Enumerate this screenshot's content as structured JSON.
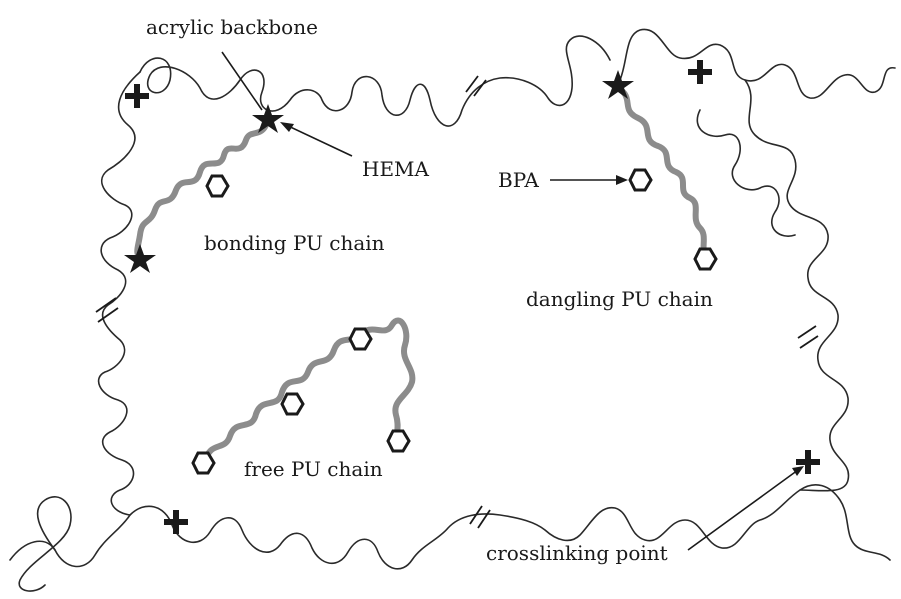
{
  "labels": {
    "acrylic_backbone": "acrylic backbone",
    "hema": "HEMA",
    "bpa": "BPA",
    "bonding_pu_chain": "bonding PU chain",
    "dangling_pu_chain": "dangling PU chain",
    "free_pu_chain": "free PU chain",
    "crosslinking_point": "crosslinking point"
  },
  "colors": {
    "backbone": "#2a2a2a",
    "pu_chain": "#8c8c8c",
    "marker": "#1a1a1a"
  },
  "icons": {
    "hema_marker": "star-icon",
    "bpa_marker": "hexagon-icon",
    "crosslink_marker": "plus-icon"
  }
}
